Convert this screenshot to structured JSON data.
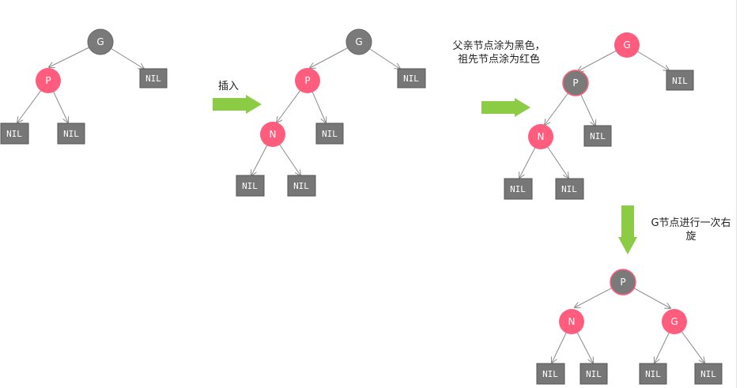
{
  "colors": {
    "red_node": "#ff5c7e",
    "black_node": "#7a7a7a",
    "nil_fill": "#777777",
    "arrow_fill": "#8ccc44",
    "edge": "#8a8a8a"
  },
  "labels": {
    "G": "G",
    "P": "P",
    "N": "N",
    "NIL": "NIL"
  },
  "captions": {
    "insert": "插入",
    "recolor": "父亲节点涂为黑色，祖先节点涂为红色",
    "rotate": "G节点进行一次右旋"
  }
}
